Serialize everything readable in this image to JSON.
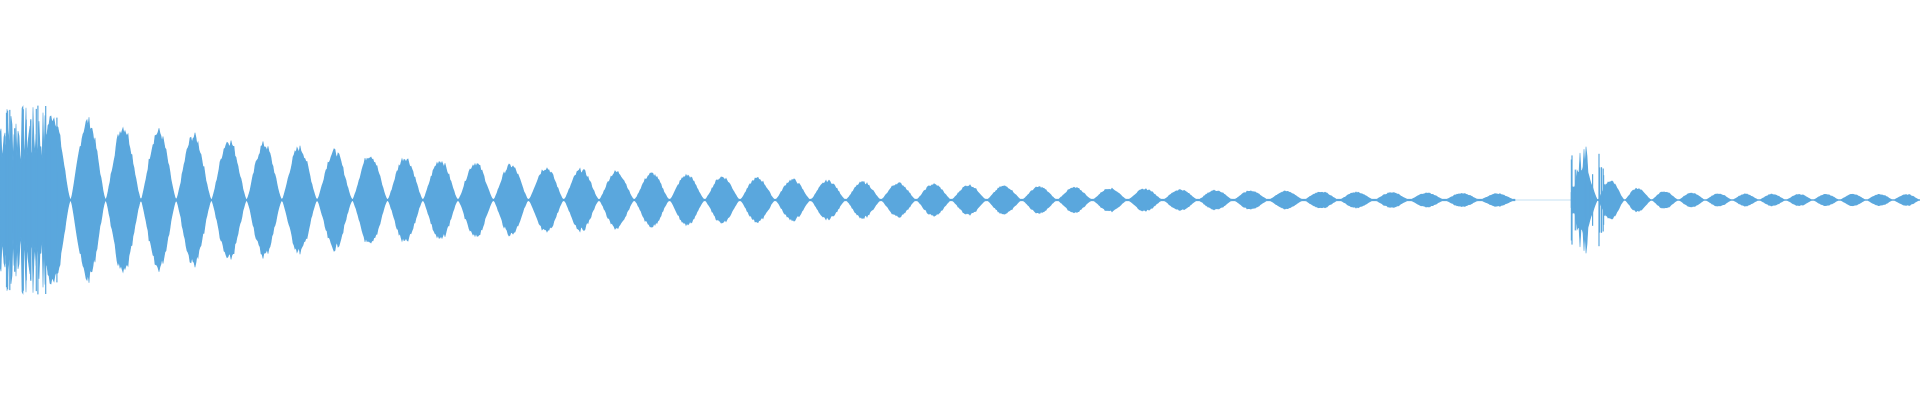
{
  "waveform": {
    "color": "#5aa7dd",
    "background": "#ffffff",
    "segments": [
      {
        "name": "segment-1",
        "start_fraction": 0.0,
        "end_fraction": 0.789,
        "peak_level": 1.0,
        "beats": 43,
        "decay": 0.065,
        "floor": 0.02
      },
      {
        "name": "segment-2",
        "start_fraction": 0.818,
        "end_fraction": 1.0,
        "peak_level": 0.5,
        "beats": 13,
        "decay": 0.02,
        "floor": 0.12
      }
    ]
  }
}
